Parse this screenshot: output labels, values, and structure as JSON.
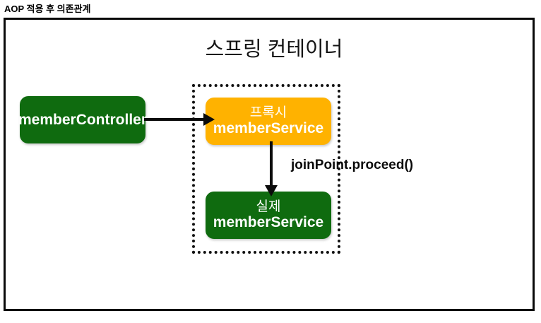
{
  "caption": "AOP 적용 후 의존관계",
  "diagram": {
    "container_title": "스프링 컨테이너",
    "nodes": [
      {
        "id": "member-controller",
        "label_line1": "memberController",
        "color": "#0f6b0f",
        "text_color": "#ffffff"
      },
      {
        "id": "proxy-member-service",
        "label_line1": "프록시",
        "label_line2": "memberService",
        "color": "#ffb200",
        "text_color": "#ffffff"
      },
      {
        "id": "real-member-service",
        "label_line1": "실제",
        "label_line2": "memberService",
        "color": "#0f6b0f",
        "text_color": "#ffffff"
      }
    ],
    "annotations": {
      "joinpoint_call": "joinPoint.proceed()"
    },
    "edges": [
      {
        "id": "controller-to-proxy",
        "from": "member-controller",
        "to": "proxy-member-service"
      },
      {
        "id": "proxy-to-real",
        "from": "proxy-member-service",
        "to": "real-member-service"
      }
    ],
    "proxy_scope_style": "dotted",
    "frame_border_color": "#0a0a0a"
  }
}
